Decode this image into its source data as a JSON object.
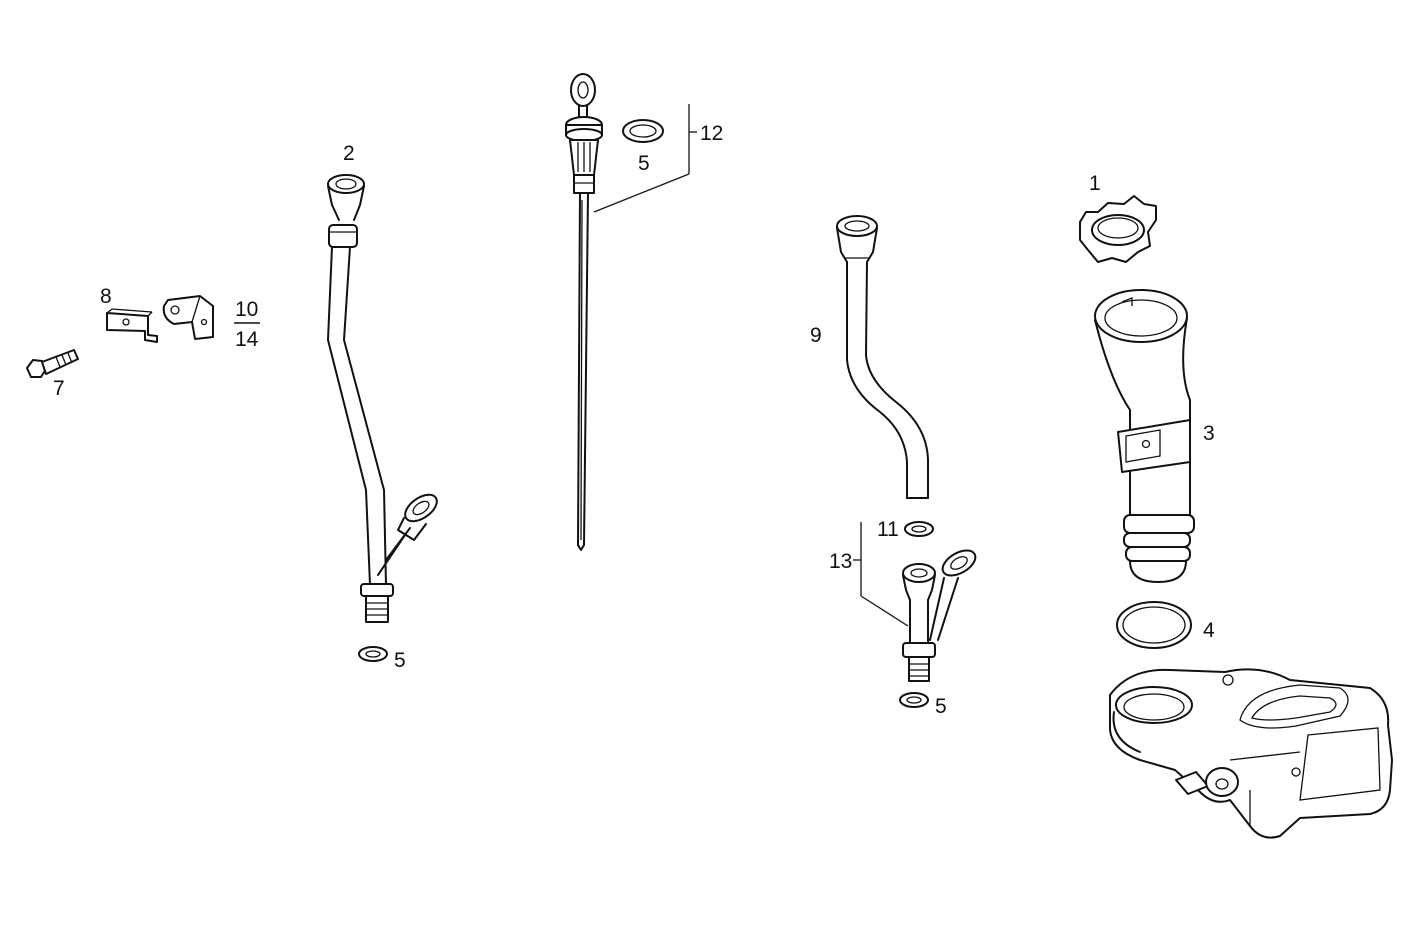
{
  "diagram": {
    "callouts": {
      "p1": "1",
      "p2": "2",
      "p3": "3",
      "p4": "4",
      "p5_dipstick": "5",
      "p5_tube2": "5",
      "p5_tube13": "5",
      "p7": "7",
      "p8": "8",
      "p9": "9",
      "p10": "10",
      "p11": "11",
      "p12": "12",
      "p13": "13",
      "p14": "14"
    },
    "parts": {
      "cap": "cap-icon",
      "filler_neck": "filler-neck-icon",
      "o_ring": "o-ring-icon",
      "housing": "valve-cover-housing-icon",
      "dipstick": "dipstick-icon",
      "guide_tube": "dipstick-guide-tube-icon",
      "bend_tube": "bent-tube-icon",
      "branch_tube": "branch-tube-icon",
      "bolt": "bolt-icon",
      "bracket_small": "bracket-icon",
      "bracket_large": "bracket-icon",
      "washer": "washer-icon"
    },
    "ink_color": "#111111"
  }
}
